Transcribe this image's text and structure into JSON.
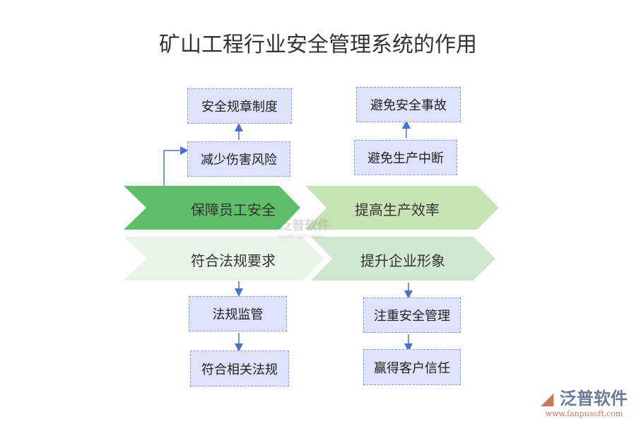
{
  "title": "矿山工程行业安全管理系统的作用",
  "chevrons": [
    "保障员工安全",
    "提高生产效率",
    "符合法规要求",
    "提升企业形象"
  ],
  "boxes": {
    "safety_rules": "安全规章制度",
    "reduce_harm": "减少伤害风险",
    "avoid_accident": "避免安全事故",
    "avoid_interrupt": "避免生产中断",
    "regulation": "法规监管",
    "comply_laws": "符合相关法规",
    "focus_safety": "注重安全管理",
    "win_trust": "赢得客户信任"
  },
  "watermark": {
    "name": "泛普软件",
    "sub": "FANPU SOFTWARE"
  },
  "logo": {
    "name": "泛普软件",
    "url": "www.fanpusoft.com"
  },
  "colors": {
    "chev1": "#5fbf69",
    "chev2": "#c9e4b4",
    "chev3": "#e6f5e6",
    "chev4": "#d0e8d0",
    "arrow": "#4a72d0"
  }
}
